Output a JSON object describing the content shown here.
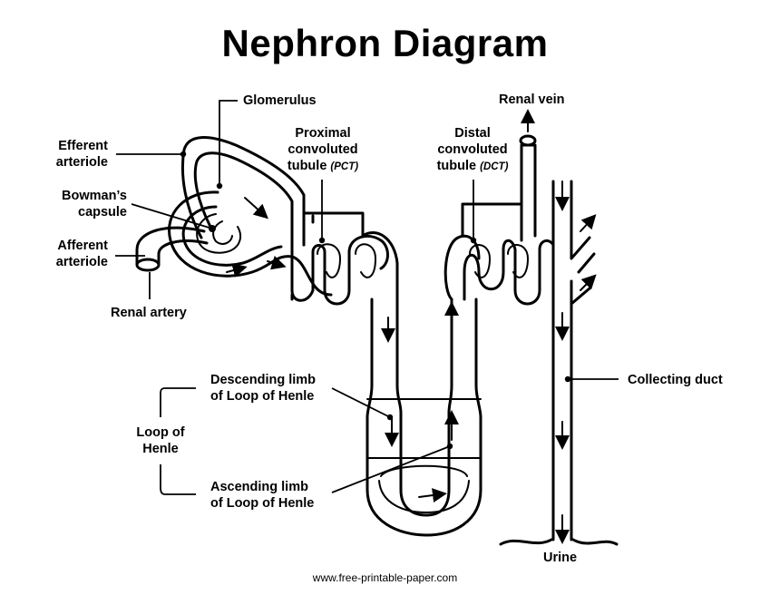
{
  "title": "Nephron Diagram",
  "labels": {
    "glomerulus": "Glomerulus",
    "efferent_1": "Efferent",
    "efferent_2": "arteriole",
    "bowman_1": "Bowman’s",
    "bowman_2": "capsule",
    "afferent_1": "Afferent",
    "afferent_2": "arteriole",
    "renal_artery": "Renal artery",
    "pct_1": "Proximal",
    "pct_2": "convoluted",
    "pct_3": "tubule",
    "pct_abbr": "(PCT)",
    "dct_1": "Distal",
    "dct_2": "convoluted",
    "dct_3": "tubule",
    "dct_abbr": "(DCT)",
    "renal_vein": "Renal vein",
    "collecting_duct": "Collecting duct",
    "descending_1": "Descending limb",
    "descending_2": "of Loop of Henle",
    "loop_1": "Loop of",
    "loop_2": "Henle",
    "ascending_1": "Ascending limb",
    "ascending_2": "of Loop of Henle",
    "urine": "Urine"
  },
  "footer": "www.free-printable-paper.com",
  "colors": {
    "ink": "#000000",
    "background": "#ffffff"
  }
}
